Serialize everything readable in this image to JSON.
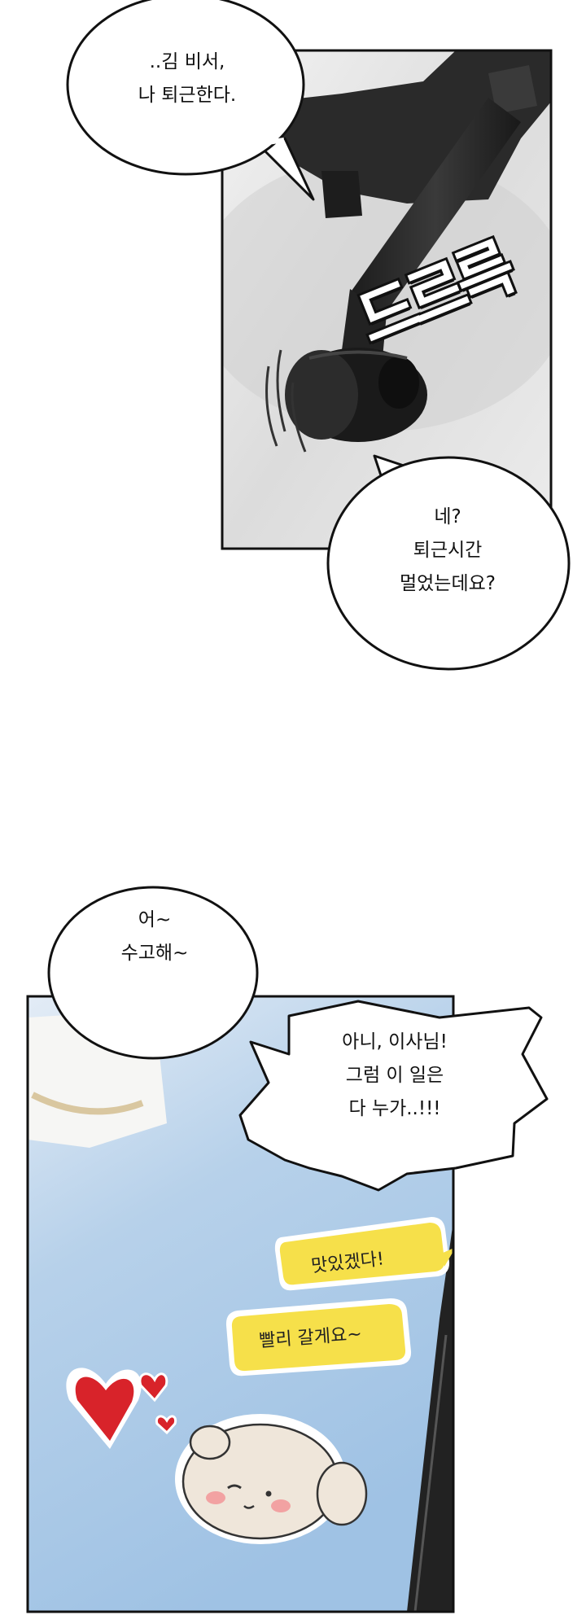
{
  "panel1": {
    "bubbles": [
      {
        "lines": [
          "..김 비서,",
          "나 퇴근한다."
        ]
      },
      {
        "lines": [
          "네?",
          "퇴근시간",
          "멀었는데요?"
        ]
      }
    ],
    "sfx": "드르륵"
  },
  "panel2": {
    "bubbles": [
      {
        "lines": [
          "어~",
          "수고해~"
        ]
      },
      {
        "lines": [
          "아니, 이사님!",
          "그럼 이 일은",
          "다 누가..!!!"
        ]
      }
    ],
    "stickers": [
      {
        "text": "맛있겠다!"
      },
      {
        "text": "빨리 갈게요~"
      }
    ]
  },
  "colors": {
    "panel_border": "#111111",
    "chair_gray": "#2a2a2a",
    "desk_blue": "#a8c8e6",
    "sticker_yellow": "#f6e04a",
    "heart_red": "#d8232a"
  }
}
